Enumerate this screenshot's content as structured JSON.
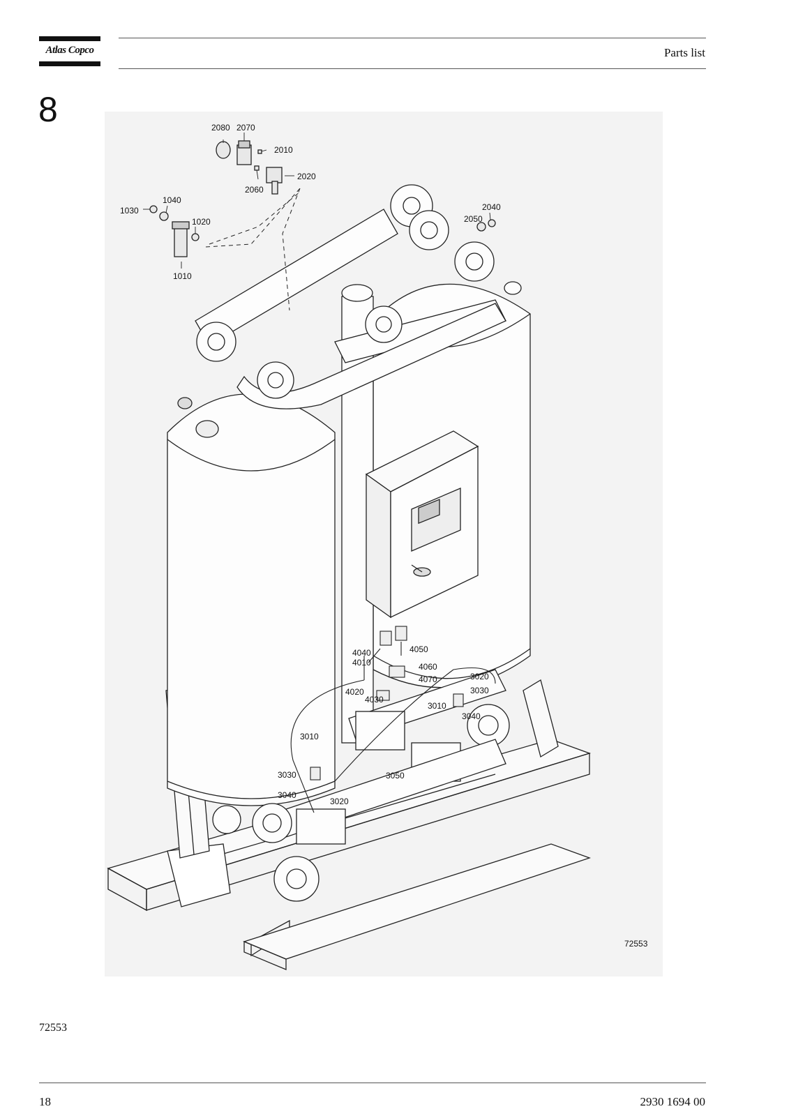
{
  "header": {
    "logo_text": "Atlas Copco",
    "title": "Parts list"
  },
  "section_number": "8",
  "diagram": {
    "figure_id": "72553",
    "callouts": {
      "c2080": "2080",
      "c2070": "2070",
      "c2010": "2010",
      "c2020": "2020",
      "c2060": "2060",
      "c1040": "1040",
      "c1030": "1030",
      "c1020": "1020",
      "c1010": "1010",
      "c2040": "2040",
      "c2050": "2050",
      "c4040": "4040",
      "c4050": "4050",
      "c4010": "4010",
      "c4060": "4060",
      "c4070": "4070",
      "c4020": "4020",
      "c4030": "4030",
      "c3020a": "3020",
      "c3030a": "3030",
      "c3010a": "3010",
      "c3040a": "3040",
      "c3010b": "3010",
      "c3030b": "3030",
      "c3040b": "3040",
      "c3020b": "3020",
      "c3050": "3050"
    }
  },
  "footer": {
    "figure_ref": "72553",
    "page_number": "18",
    "doc_number": "2930 1694 00"
  }
}
